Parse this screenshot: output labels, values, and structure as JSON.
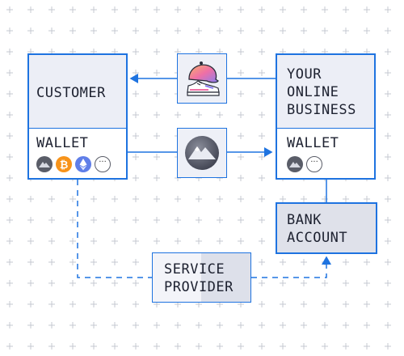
{
  "customer": {
    "title": "CUSTOMER",
    "wallet_label": "WALLET"
  },
  "business": {
    "title_lines": [
      "YOUR",
      "ONLINE",
      "BUSINESS"
    ],
    "wallet_label": "WALLET"
  },
  "bank": {
    "title_lines": [
      "BANK",
      "ACCOUNT"
    ]
  },
  "service": {
    "title_lines": [
      "SERVICE",
      "PROVIDER"
    ]
  },
  "colors": {
    "accent": "#1e73e0",
    "box_fill": "#eceef6",
    "grid_mark": "#c5c8d2"
  },
  "icons": {
    "customer_coins": [
      "mountain-token-icon",
      "bitcoin-icon",
      "ethereum-icon",
      "more-icon"
    ],
    "business_coins": [
      "mountain-token-icon",
      "more-icon"
    ],
    "goods": [
      "cap-icon",
      "sneaker-icon"
    ],
    "payment": "mountain-token-icon"
  }
}
